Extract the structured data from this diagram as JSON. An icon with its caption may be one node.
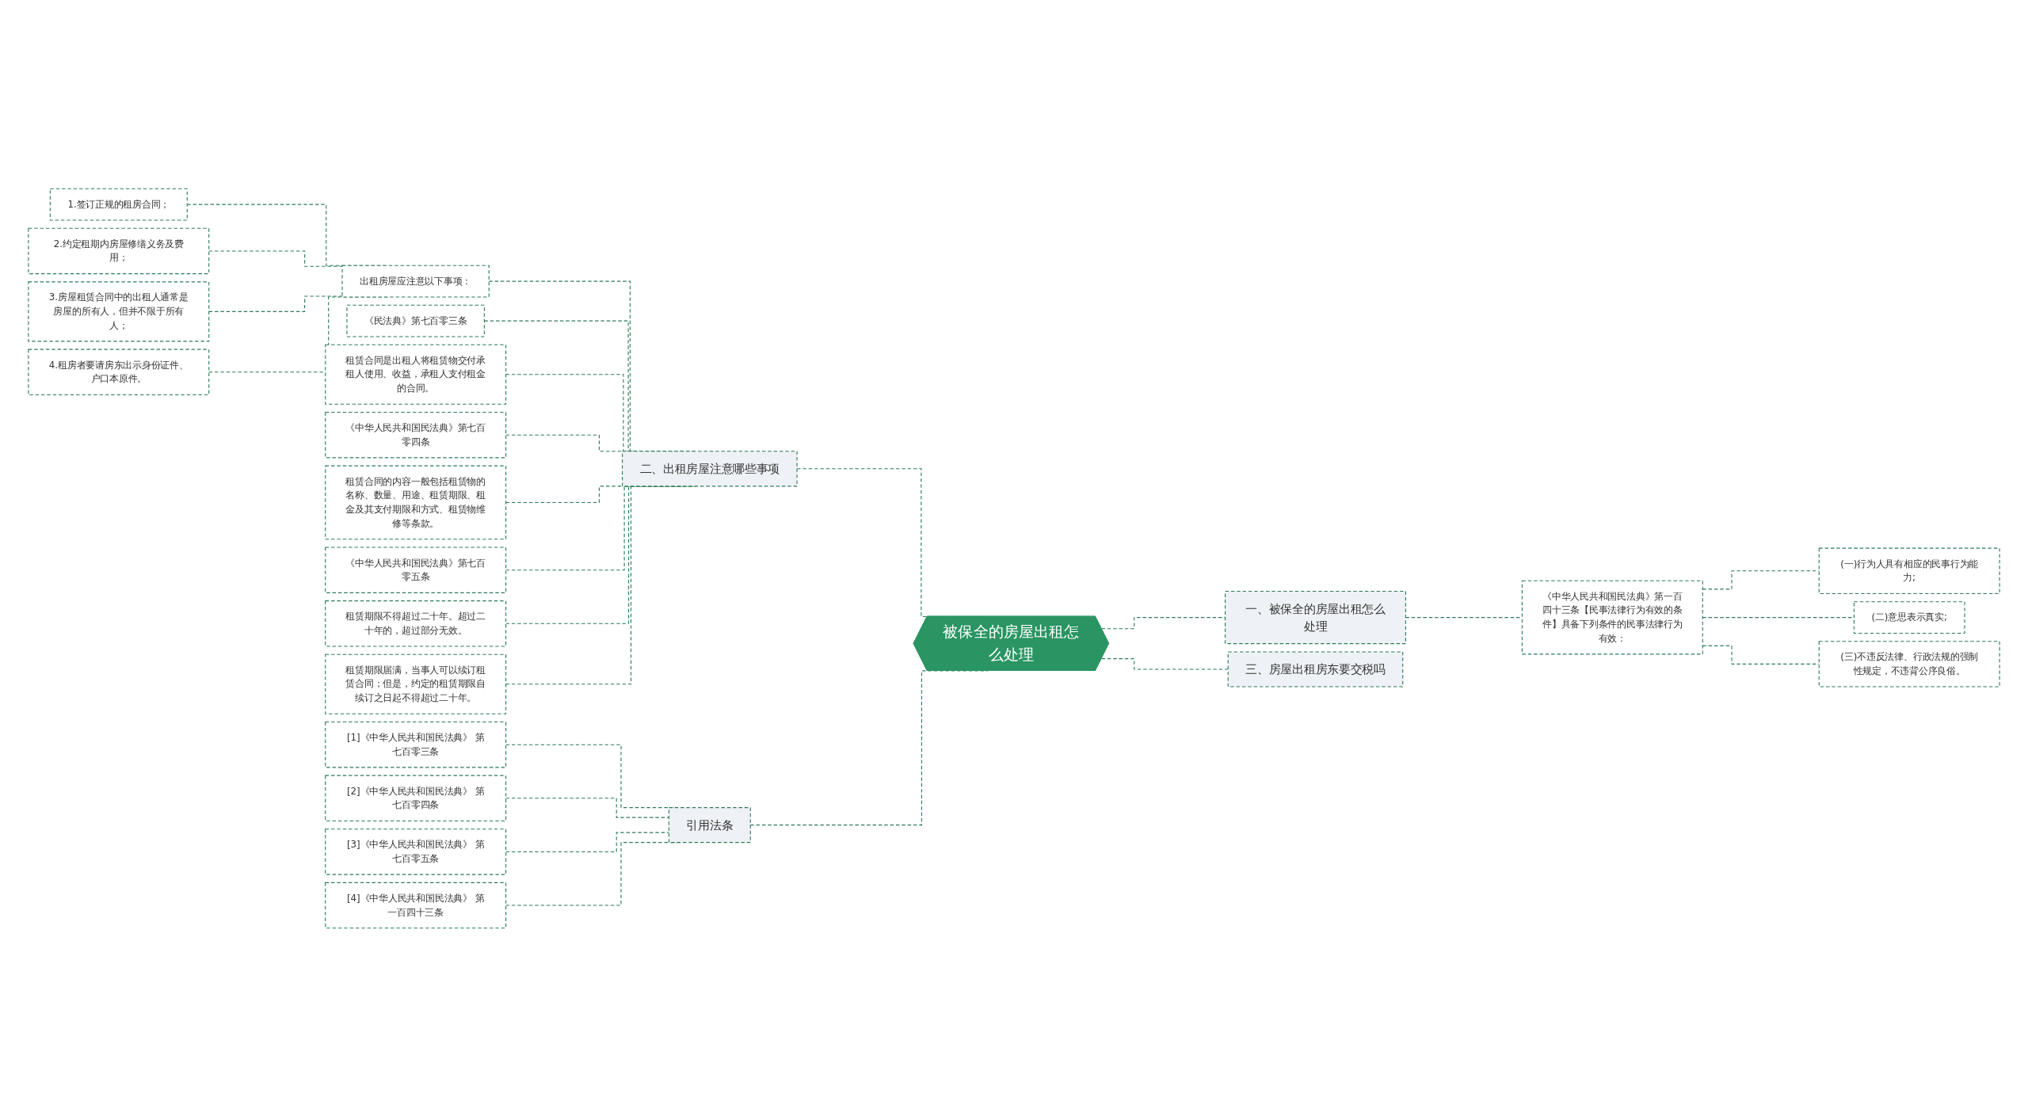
{
  "diagram": {
    "nodes": [
      {
        "text": [
          "被保全的房屋出租怎么处理"
        ]
      },
      {
        "text": [
          "二、出租房屋注意哪些事项"
        ]
      },
      {
        "text": [
          "出租房屋应注意以下事项："
        ]
      },
      {
        "text": [
          "1.签订正规的租房合同；"
        ]
      },
      {
        "text": [
          "2.约定租期内房屋修缮义务及费用；"
        ]
      },
      {
        "text": [
          "3.房屋租赁合同中的出租人通常是房屋的所有人，但并不限于所有人；"
        ]
      },
      {
        "text": [
          "4.租房者要请房东出示身份证件、户口本原件。"
        ]
      },
      {
        "text": [
          "《民法典》第七百零三条"
        ]
      },
      {
        "text": [
          "租赁合同是出租人将租赁物交付承租人使用、收益，承租人支付租金的合同。"
        ]
      },
      {
        "text": [
          "《中华人民共和国民法典》第七百零四条"
        ]
      },
      {
        "text": [
          "租赁合同的内容一般包括租赁物的名称、数量、用途、租赁期限、租金及其支付期限和方式、租赁物维修等条款。"
        ]
      },
      {
        "text": [
          "《中华人民共和国民法典》第七百零五条"
        ]
      },
      {
        "text": [
          "租赁期限不得超过二十年。超过二十年的，超过部分无效。"
        ]
      },
      {
        "text": [
          "租赁期限届满，当事人可以续订租赁合同；但是，约定的租赁期限自续订之日起不得超过二十年。"
        ]
      },
      {
        "text": [
          "引用法条"
        ]
      },
      {
        "text": [
          "[1]《中华人民共和国民法典》 第七百零三条"
        ]
      },
      {
        "text": [
          "[2]《中华人民共和国民法典》 第七百零四条"
        ]
      },
      {
        "text": [
          "[3]《中华人民共和国民法典》 第七百零五条"
        ]
      },
      {
        "text": [
          "[4]《中华人民共和国民法典》 第一百四十三条"
        ]
      },
      {
        "text": [
          "一、被保全的房屋出租怎么处理"
        ]
      },
      {
        "text": [
          "《中华人民共和国民法典》第一百四十三条【民事法律行为有效的条件】具备下列条件的民事法律行为有效："
        ]
      },
      {
        "text": [
          "(一)行为人具有相应的民事行为能力;"
        ]
      },
      {
        "text": [
          "(二)意思表示真实;"
        ]
      },
      {
        "text": [
          "(三)不违反法律、行政法规的强制性规定，不违背公序良俗。"
        ]
      },
      {
        "text": [
          "三、房屋出租房东要交税吗"
        ]
      }
    ],
    "edges": [
      {
        "from": 0,
        "to": 1,
        "arrow": "none",
        "style": "dashed"
      },
      {
        "from": 1,
        "to": 2,
        "arrow": "none",
        "style": "dashed"
      },
      {
        "from": 2,
        "to": 3,
        "arrow": "none",
        "style": "dashed"
      },
      {
        "from": 2,
        "to": 4,
        "arrow": "none",
        "style": "dashed"
      },
      {
        "from": 2,
        "to": 5,
        "arrow": "none",
        "style": "dashed"
      },
      {
        "from": 2,
        "to": 6,
        "arrow": "none",
        "style": "dashed"
      },
      {
        "from": 1,
        "to": 7,
        "arrow": "none",
        "style": "dashed"
      },
      {
        "from": 1,
        "to": 8,
        "arrow": "none",
        "style": "dashed"
      },
      {
        "from": 1,
        "to": 9,
        "arrow": "none",
        "style": "dashed"
      },
      {
        "from": 1,
        "to": 10,
        "arrow": "none",
        "style": "dashed"
      },
      {
        "from": 1,
        "to": 11,
        "arrow": "none",
        "style": "dashed"
      },
      {
        "from": 1,
        "to": 12,
        "arrow": "none",
        "style": "dashed"
      },
      {
        "from": 1,
        "to": 13,
        "arrow": "none",
        "style": "dashed"
      },
      {
        "from": 0,
        "to": 14,
        "arrow": "none",
        "style": "dashed"
      },
      {
        "from": 14,
        "to": 15,
        "arrow": "none",
        "style": "dashed"
      },
      {
        "from": 14,
        "to": 16,
        "arrow": "none",
        "style": "dashed"
      },
      {
        "from": 14,
        "to": 17,
        "arrow": "none",
        "style": "dashed"
      },
      {
        "from": 14,
        "to": 18,
        "arrow": "none",
        "style": "dashed"
      },
      {
        "from": 0,
        "to": 19,
        "arrow": "none",
        "style": "dashed"
      },
      {
        "from": 19,
        "to": 20,
        "arrow": "none",
        "style": "dashed"
      },
      {
        "from": 20,
        "to": 21,
        "arrow": "none",
        "style": "dashed"
      },
      {
        "from": 20,
        "to": 22,
        "arrow": "none",
        "style": "dashed"
      },
      {
        "from": 20,
        "to": 23,
        "arrow": "none",
        "style": "dashed"
      },
      {
        "from": 0,
        "to": 24,
        "arrow": "none",
        "style": "dashed"
      }
    ]
  }
}
